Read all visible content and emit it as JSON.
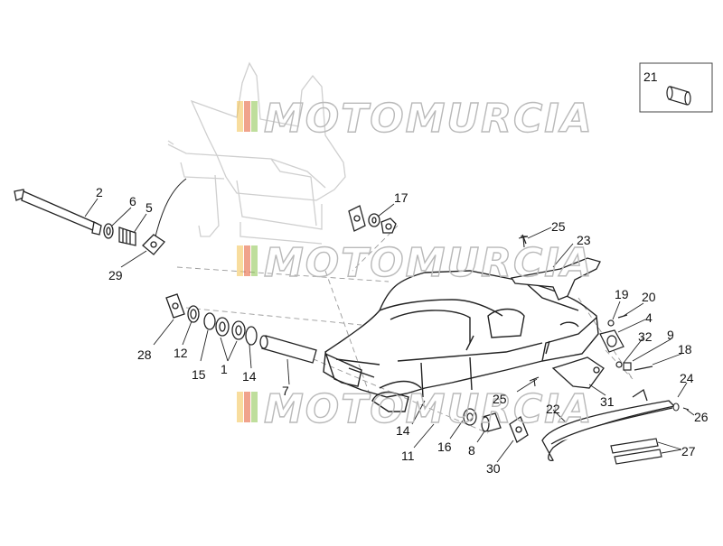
{
  "watermark": {
    "text": "MOTOMURCIA",
    "stripe_colors": [
      "#f2c14e",
      "#e4572e",
      "#8bc34a"
    ]
  },
  "inset_label": "21",
  "callouts": [
    "2",
    "6",
    "5",
    "29",
    "17",
    "25",
    "23",
    "19",
    "20",
    "4",
    "32",
    "9",
    "18",
    "24",
    "26",
    "27",
    "22",
    "31",
    "25",
    "28",
    "12",
    "15",
    "1",
    "14",
    "7",
    "14",
    "11",
    "16",
    "8",
    "30"
  ]
}
